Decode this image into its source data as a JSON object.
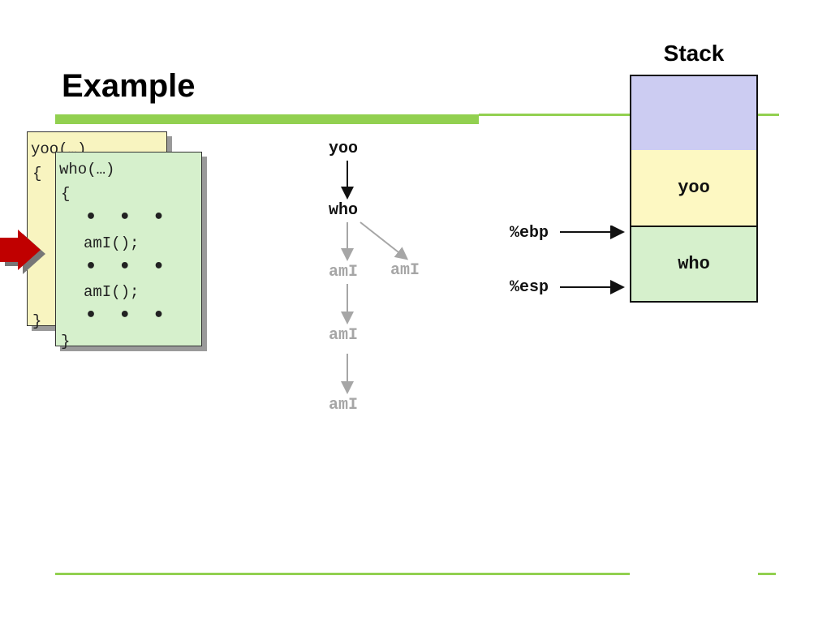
{
  "slide": {
    "title": "Example"
  },
  "code": {
    "yoo": {
      "header": "yoo(…)",
      "open_brace": "{",
      "close_brace": "}"
    },
    "who": {
      "header": "who(…)",
      "open_brace": "{",
      "dots1": "• • •",
      "call1": "amI();",
      "dots2": "• • •",
      "call2": "amI();",
      "dots3": "• • •",
      "close_brace": "}"
    }
  },
  "call_tree": {
    "root": "yoo",
    "child": "who",
    "who_children": [
      "amI",
      "amI"
    ],
    "chain": [
      "amI",
      "amI"
    ]
  },
  "stack": {
    "title": "Stack",
    "frames": [
      {
        "label": "",
        "color": "#ccccf2"
      },
      {
        "label": "yoo",
        "color": "#fdf8c2"
      },
      {
        "label": "who",
        "color": "#d6f0cc"
      }
    ],
    "registers": {
      "ebp": "%ebp",
      "esp": "%esp"
    }
  },
  "colors": {
    "accent_green": "#92d050",
    "arrow_red": "#c00000",
    "inactive_gray": "#a6a6a6"
  }
}
